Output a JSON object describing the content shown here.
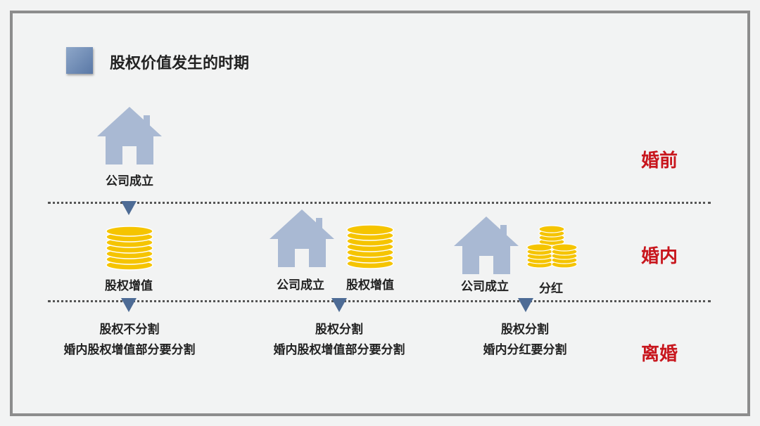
{
  "title": "股权价值发生的时期",
  "phases": {
    "before": "婚前",
    "during": "婚内",
    "divorce": "离婚"
  },
  "labels": {
    "col1_company": "公司成立",
    "col1_growth": "股权增值",
    "col2_company": "公司成立",
    "col2_growth": "股权增值",
    "col3_company": "公司成立",
    "col3_dividend": "分红"
  },
  "notes": {
    "col1_line1": "股权不分割",
    "col1_line2": "婚内股权增值部分要分割",
    "col2_line1": "股权分割",
    "col2_line2": "婚内股权增值部分要分割",
    "col3_line1": "股权分割",
    "col3_line2": "婚内分红要分割"
  },
  "colors": {
    "house": "#a9b9d3",
    "coin": "#f5c400",
    "arrow": "#4d6b95",
    "phase_text": "#c8161d"
  }
}
